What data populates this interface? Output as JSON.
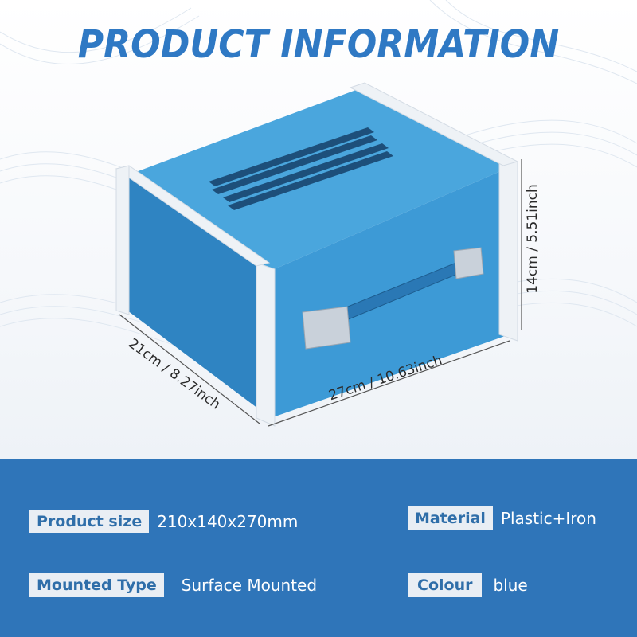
{
  "headline": "PRODUCT INFORMATION",
  "dimensions": {
    "height": "14cm / 5.51inch",
    "width": "27cm / 10.63inch",
    "depth": "21cm / 8.27inch"
  },
  "specs": [
    {
      "key": "Product size",
      "value": "210x140x270mm"
    },
    {
      "key": "Material",
      "value": "Plastic+Iron"
    },
    {
      "key": "Mounted Type",
      "value": "Surface Mounted"
    },
    {
      "key": "Colour",
      "value": "blue"
    }
  ],
  "colors": {
    "headline": "#2f79c4",
    "box_blue": "#3d9ad6",
    "spec_band": "#2f75b9",
    "spec_label_bg": "#e9eef4",
    "spec_label_text": "#2f6ea9"
  },
  "icons": [
    "metal-enclosure-box-image",
    "handle-bracket-icon"
  ]
}
